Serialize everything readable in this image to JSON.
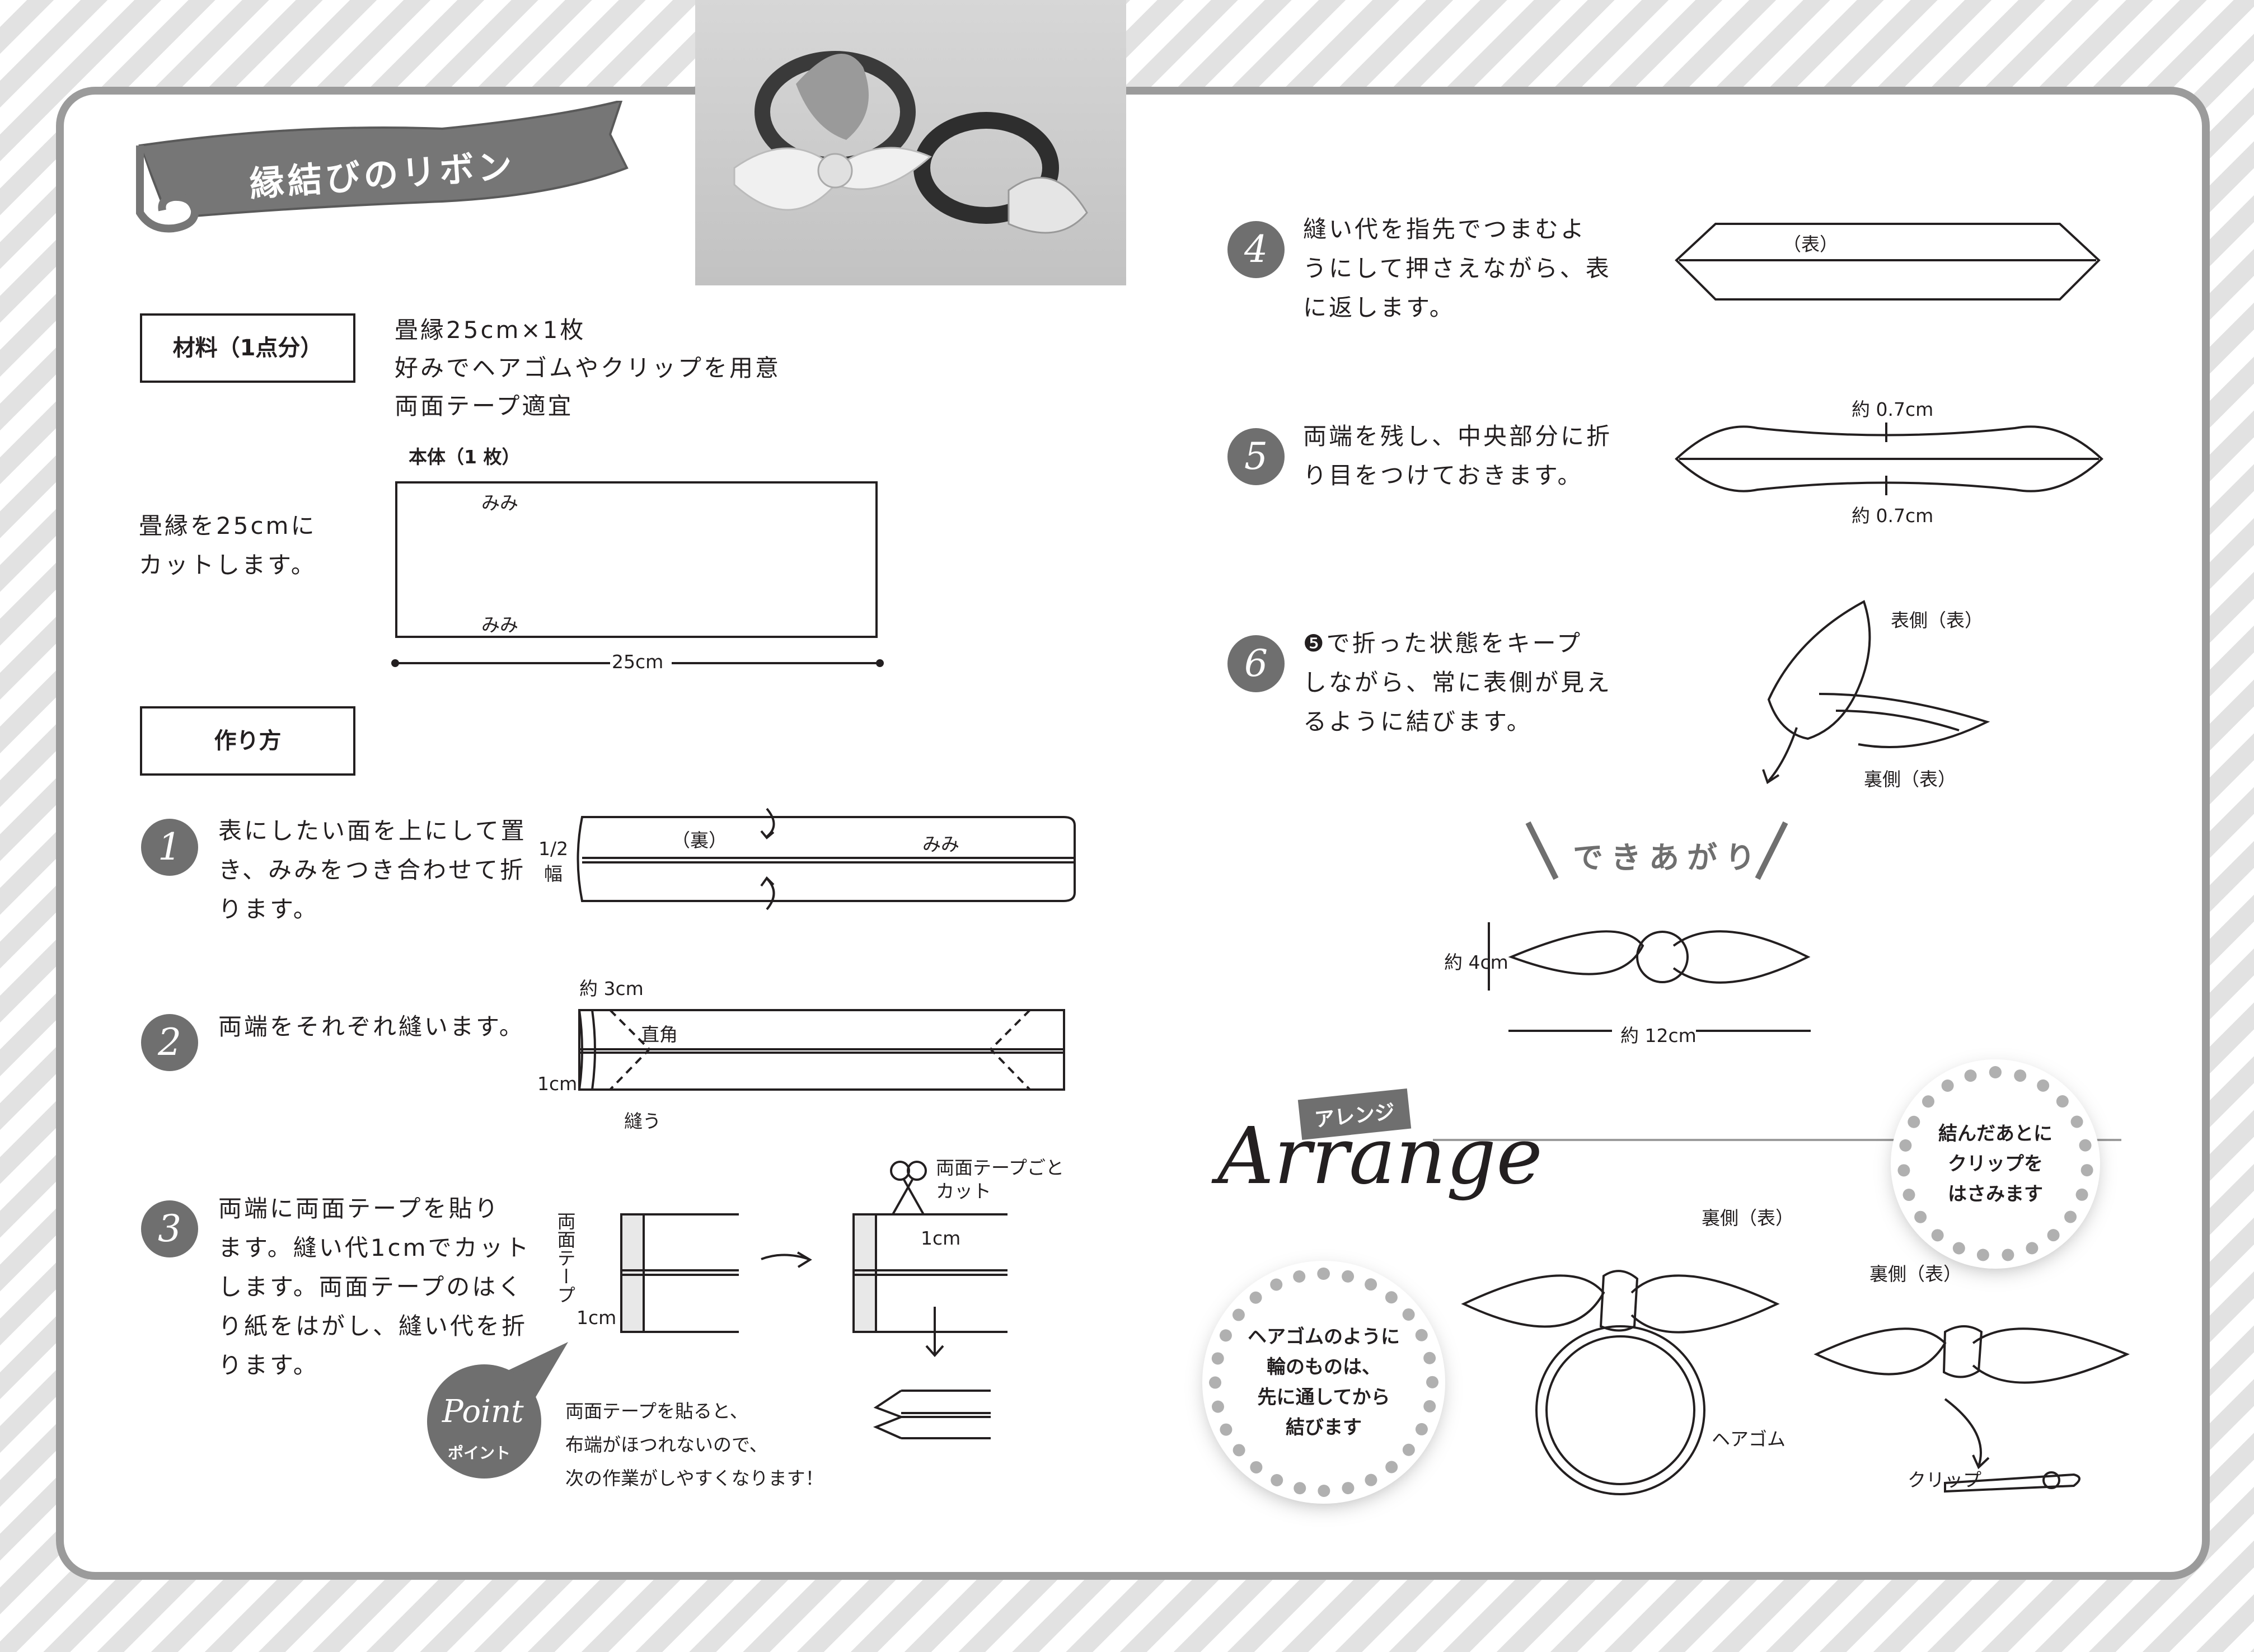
{
  "title": "縁結びのリボン",
  "materials": {
    "label": "材料（1点分）",
    "lines": [
      "畳縁25cm×1枚",
      "好みでヘアゴムやクリップを用意",
      "両面テープ適宜"
    ]
  },
  "cut": {
    "instruction": [
      "畳縁を25cmに",
      "カットします。"
    ],
    "part_label": "本体（1 枚）",
    "selvage_top": "みみ",
    "selvage_bottom": "みみ",
    "width": "25cm"
  },
  "howto_label": "作り方",
  "steps": [
    {
      "num": "1",
      "lines": [
        "表にしたい面を上にして置",
        "き、みみをつき合わせて折",
        "ります。"
      ]
    },
    {
      "num": "2",
      "lines": [
        "両端をそれぞれ縫います。"
      ]
    },
    {
      "num": "3",
      "lines": [
        "両端に両面テープを貼り",
        "ます。縫い代1cmでカット",
        "します。両面テープのはく",
        "り紙をはがし、縫い代を折",
        "ります。"
      ]
    },
    {
      "num": "4",
      "lines": [
        "縫い代を指先でつまむよ",
        "うにして押さえながら、表",
        "に返します。"
      ]
    },
    {
      "num": "5",
      "lines": [
        "両端を残し、中央部分に折",
        "り目をつけておきます。"
      ]
    },
    {
      "num": "6",
      "lines": [
        "❺で折った状態をキープ",
        "しながら、常に表側が見え",
        "るように結びます。"
      ]
    }
  ],
  "diagram1": {
    "back": "（裏）",
    "selvage": "みみ",
    "half1": "1/2",
    "half2": "幅"
  },
  "diagram2": {
    "approx3": "約 3cm",
    "right_angle": "直角",
    "one_cm": "1cm",
    "sew": "縫う"
  },
  "diagram3": {
    "tape_v": "両面テープ",
    "one_cm_a": "1cm",
    "scissors_note1": "両面テープごと",
    "scissors_note2": "カット",
    "one_cm_b": "1cm"
  },
  "point": {
    "title": "Point",
    "sub": "ポイント",
    "lines": [
      "両面テープを貼ると、",
      "布端がほつれないので、",
      "次の作業がしやすくなります！"
    ]
  },
  "diagram4": {
    "front": "（表）"
  },
  "diagram5": {
    "top": "約 0.7cm",
    "bottom": "約 0.7cm"
  },
  "diagram6": {
    "front_side": "表側（表）",
    "back_side": "裏側（表）"
  },
  "finished": {
    "label": "できあがり",
    "height": "約 4cm",
    "width": "約 12cm"
  },
  "arrange": {
    "tag": "アレンジ",
    "script": "Arrange",
    "note_clip": [
      "結んだあとに",
      "クリップを",
      "はさみます"
    ],
    "note_elastic": [
      "ヘアゴムのように",
      "輪のものは、",
      "先に通してから",
      "結びます"
    ],
    "elastic_back": "裏側（表）",
    "elastic_label": "ヘアゴム",
    "clip_back": "裏側（表）",
    "clip_label": "クリップ"
  },
  "colors": {
    "accent": "#6f6f6f",
    "frame": "#9b9b9b",
    "text": "#231f20"
  }
}
